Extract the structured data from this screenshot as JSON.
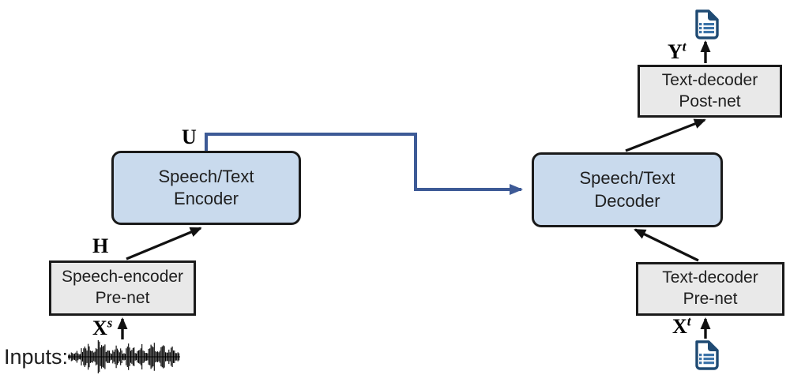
{
  "diagram": {
    "inputs_label": "Inputs:",
    "boxes": {
      "speech_text_encoder": {
        "line1": "Speech/Text",
        "line2": "Encoder"
      },
      "speech_text_decoder": {
        "line1": "Speech/Text",
        "line2": "Decoder"
      },
      "speech_encoder_prenet": {
        "line1": "Speech-encoder",
        "line2": "Pre-net"
      },
      "text_decoder_prenet": {
        "line1": "Text-decoder",
        "line2": "Pre-net"
      },
      "text_decoder_postnet": {
        "line1": "Text-decoder",
        "line2": "Post-net"
      }
    },
    "math_labels": {
      "encoder_output": "U",
      "prenet_output": "H",
      "speech_input": {
        "base": "X",
        "sup": "s"
      },
      "text_input": {
        "base": "X",
        "sup": "t"
      },
      "text_output": {
        "base": "Y",
        "sup": "t"
      }
    },
    "icons": {
      "text_document_top": "document-icon",
      "text_document_bottom": "document-icon",
      "speech_waveform": "waveform-icon"
    },
    "colors": {
      "box_blue": "#c9daed",
      "box_gray": "#e9e9e9",
      "box_border": "#1a1a1a",
      "connector_blue": "#3d5a96",
      "arrow_black": "#111111",
      "icon_navy": "#1f4a73",
      "icon_blue": "#3c73a8",
      "text_dark": "#1f1f1f"
    }
  }
}
